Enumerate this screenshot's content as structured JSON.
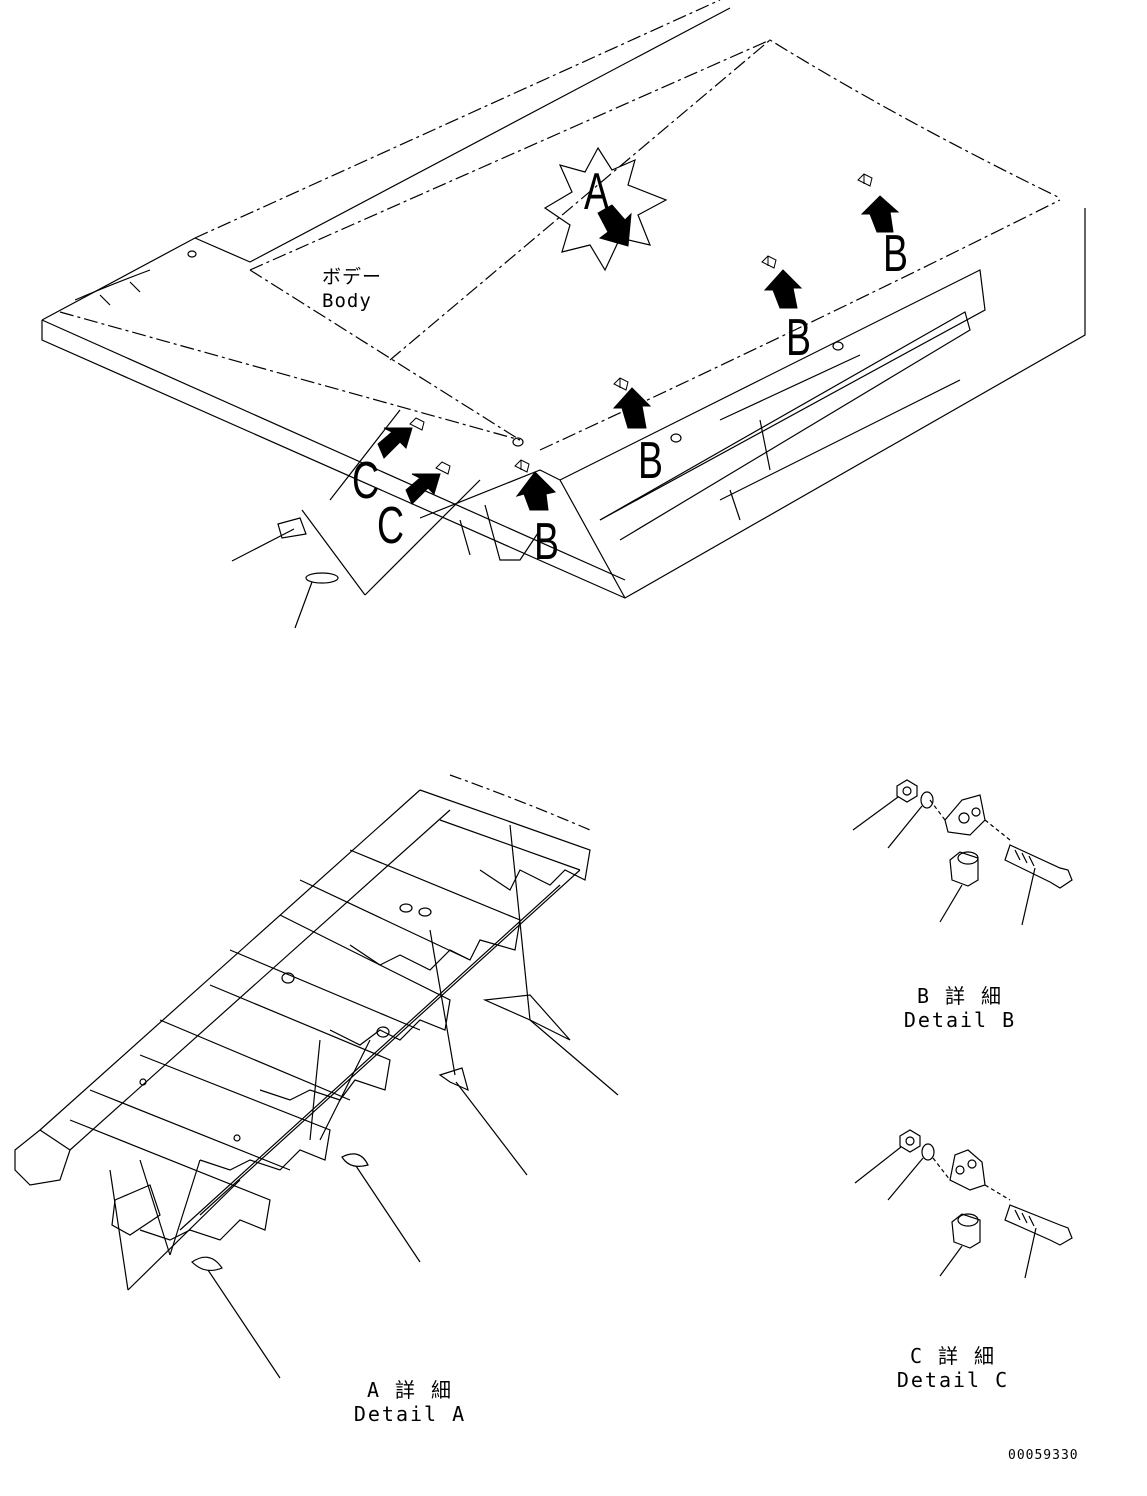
{
  "callouts": {
    "a": "A",
    "b1": "B",
    "b2": "B",
    "b3": "B",
    "b4": "B",
    "c1": "C",
    "c2": "C"
  },
  "body_label": {
    "jp": "ボデー",
    "en": "Body"
  },
  "detail_b": {
    "jp": "B 詳 細",
    "en": "Detail B"
  },
  "detail_c": {
    "jp": "C 詳 細",
    "en": "Detail C"
  },
  "detail_a": {
    "jp": "A 詳 細",
    "en": "Detail A"
  },
  "doc_id": "00059330"
}
